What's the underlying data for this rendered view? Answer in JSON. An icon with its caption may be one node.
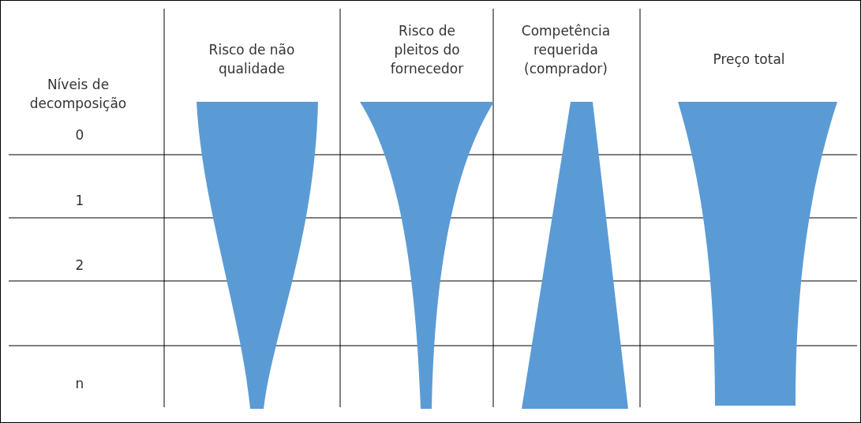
{
  "diagram": {
    "nodes": [
      {
        "text": [],
        "shape": "funnel"
      },
      {
        "text": [],
        "shape": "funnel"
      },
      {
        "text": [],
        "shape": "triangle"
      },
      {
        "text": [],
        "shape": "funnel"
      }
    ],
    "labels": [
      "Níveis de decomposição",
      "Risco de não qualidade",
      "Risco de pleitos do fornecedor",
      "Competência requerida (comprador)",
      "Preço total",
      "0",
      "1",
      "2",
      "n"
    ]
  }
}
